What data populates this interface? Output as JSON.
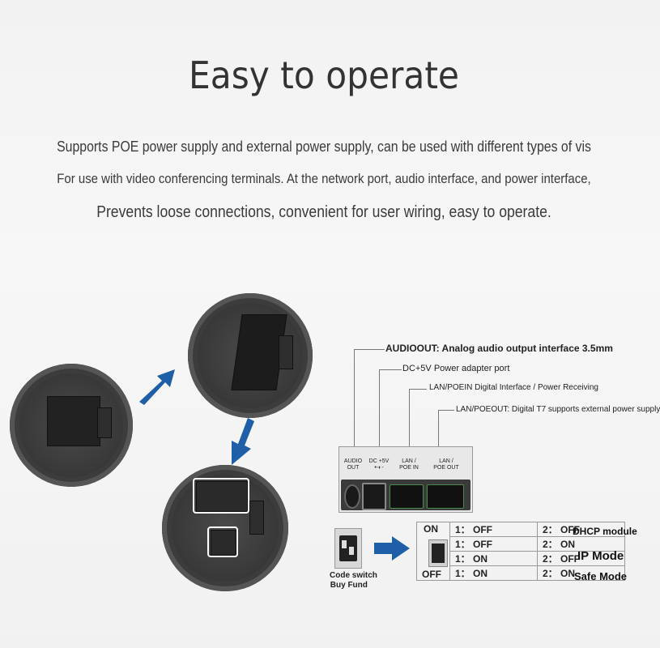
{
  "title": "Easy to operate",
  "description": [
    "Supports POE power supply and external power supply, can be used with different types of vis",
    "For use with video conferencing terminals. At the network port, audio interface, and power interface,",
    "Prevents loose connections, convenient for user wiring, easy to operate."
  ],
  "callouts": [
    "AUDIOOUT: Analog audio output interface 3.5mm",
    "DC+5V Power adapter port",
    "LAN/POEIN Digital Interface / Power Receiving",
    "LAN/POEOUT: Digital T7 supports external power supply"
  ],
  "ports": [
    {
      "top": "AUDIO",
      "bottom": "OUT"
    },
    {
      "top": "DC +5V",
      "bottom": "•-◐-"
    },
    {
      "top": "LAN /",
      "bottom": "POE IN"
    },
    {
      "top": "LAN /",
      "bottom": "POE OUT"
    }
  ],
  "code_switch": {
    "label": "Code switch",
    "sub": " Buy Fund "
  },
  "dip": {
    "on": "ON",
    "off": "OFF",
    "rows": [
      {
        "s1": "1： OFF",
        "s2": "2： OFF",
        "mode": "DHCP module"
      },
      {
        "s1": "1： OFF",
        "s2": "2： ON",
        "mode": "IP Mode"
      },
      {
        "s1": "1： ON",
        "s2": "2： OFF",
        "mode": ""
      },
      {
        "s1": "1： ON",
        "s2": "2： ON",
        "mode": "Safe Mode"
      }
    ]
  },
  "colors": {
    "arrow": "#1f5fa8",
    "device": "#3a3a3a"
  }
}
